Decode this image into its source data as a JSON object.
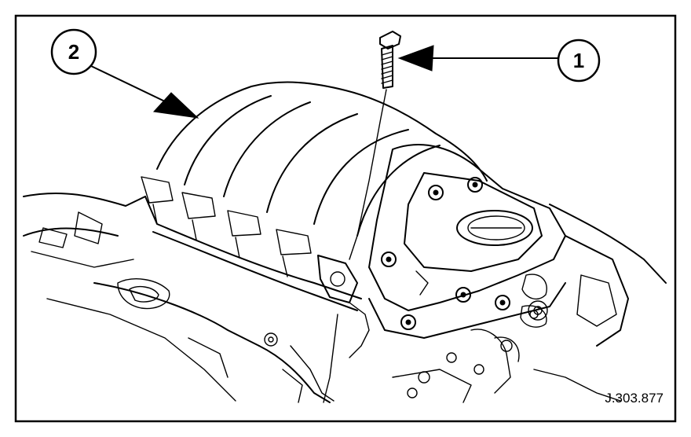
{
  "callouts": [
    {
      "id": "1",
      "label": "1"
    },
    {
      "id": "2",
      "label": "2"
    }
  ],
  "reference_code": "J.303.877"
}
